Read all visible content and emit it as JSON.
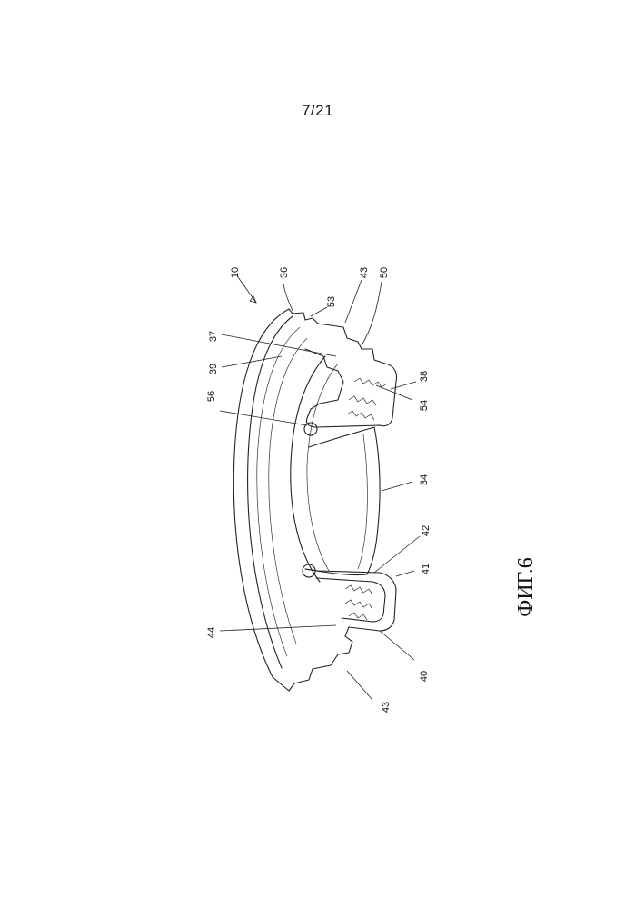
{
  "page": {
    "number": "7/21"
  },
  "figure": {
    "caption": "ФИГ.6"
  },
  "reference_numerals": {
    "r10": "10",
    "r36": "36",
    "r43_top": "43",
    "r50": "50",
    "r53": "53",
    "r37": "37",
    "r39": "39",
    "r56": "56",
    "r38": "38",
    "r54": "54",
    "r34": "34",
    "r42": "42",
    "r41": "41",
    "r44": "44",
    "r40": "40",
    "r43_bottom": "43"
  }
}
